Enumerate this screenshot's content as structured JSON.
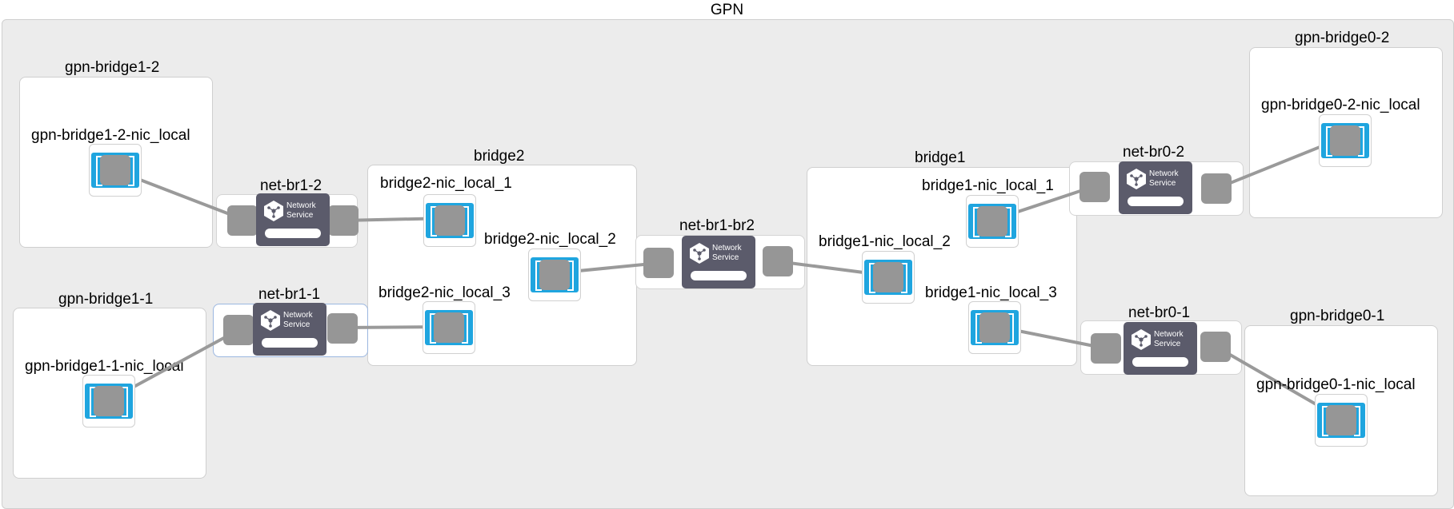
{
  "canvas": {
    "title": "GPN"
  },
  "groups": {
    "gpn_bridge1_2": {
      "title": "gpn-bridge1-2",
      "nic": "gpn-bridge1-2-nic_local"
    },
    "gpn_bridge1_1": {
      "title": "gpn-bridge1-1",
      "nic": "gpn-bridge1-1-nic_local"
    },
    "bridge2": {
      "title": "bridge2",
      "nics": [
        "bridge2-nic_local_1",
        "bridge2-nic_local_2",
        "bridge2-nic_local_3"
      ]
    },
    "bridge1": {
      "title": "bridge1",
      "nics": [
        "bridge1-nic_local_1",
        "bridge1-nic_local_2",
        "bridge1-nic_local_3"
      ]
    },
    "gpn_bridge0_2": {
      "title": "gpn-bridge0-2",
      "nic": "gpn-bridge0-2-nic_local"
    },
    "gpn_bridge0_1": {
      "title": "gpn-bridge0-1",
      "nic": "gpn-bridge0-1-nic_local"
    }
  },
  "network_services": {
    "label_line1": "Network",
    "label_line2": "Service",
    "items": [
      {
        "title": "net-br1-2"
      },
      {
        "title": "net-br1-1",
        "selected": true
      },
      {
        "title": "net-br1-br2"
      },
      {
        "title": "net-br0-2"
      },
      {
        "title": "net-br0-1"
      }
    ]
  },
  "links": [
    [
      "gpn-bridge1-2-nic_local",
      "net-br1-2"
    ],
    [
      "net-br1-2",
      "bridge2-nic_local_1"
    ],
    [
      "gpn-bridge1-1-nic_local",
      "net-br1-1"
    ],
    [
      "net-br1-1",
      "bridge2-nic_local_3"
    ],
    [
      "bridge2-nic_local_2",
      "net-br1-br2"
    ],
    [
      "net-br1-br2",
      "bridge1-nic_local_2"
    ],
    [
      "bridge1-nic_local_1",
      "net-br0-2"
    ],
    [
      "net-br0-2",
      "gpn-bridge0-2-nic_local"
    ],
    [
      "bridge1-nic_local_3",
      "net-br0-1"
    ],
    [
      "net-br0-1",
      "gpn-bridge0-1-nic_local"
    ]
  ],
  "colors": {
    "nic_blue": "#1fa5df",
    "port_gray": "#969696",
    "service_dark": "#5b5b6b",
    "link_gray": "#9a9a9a",
    "canvas_bg": "#ececec"
  }
}
